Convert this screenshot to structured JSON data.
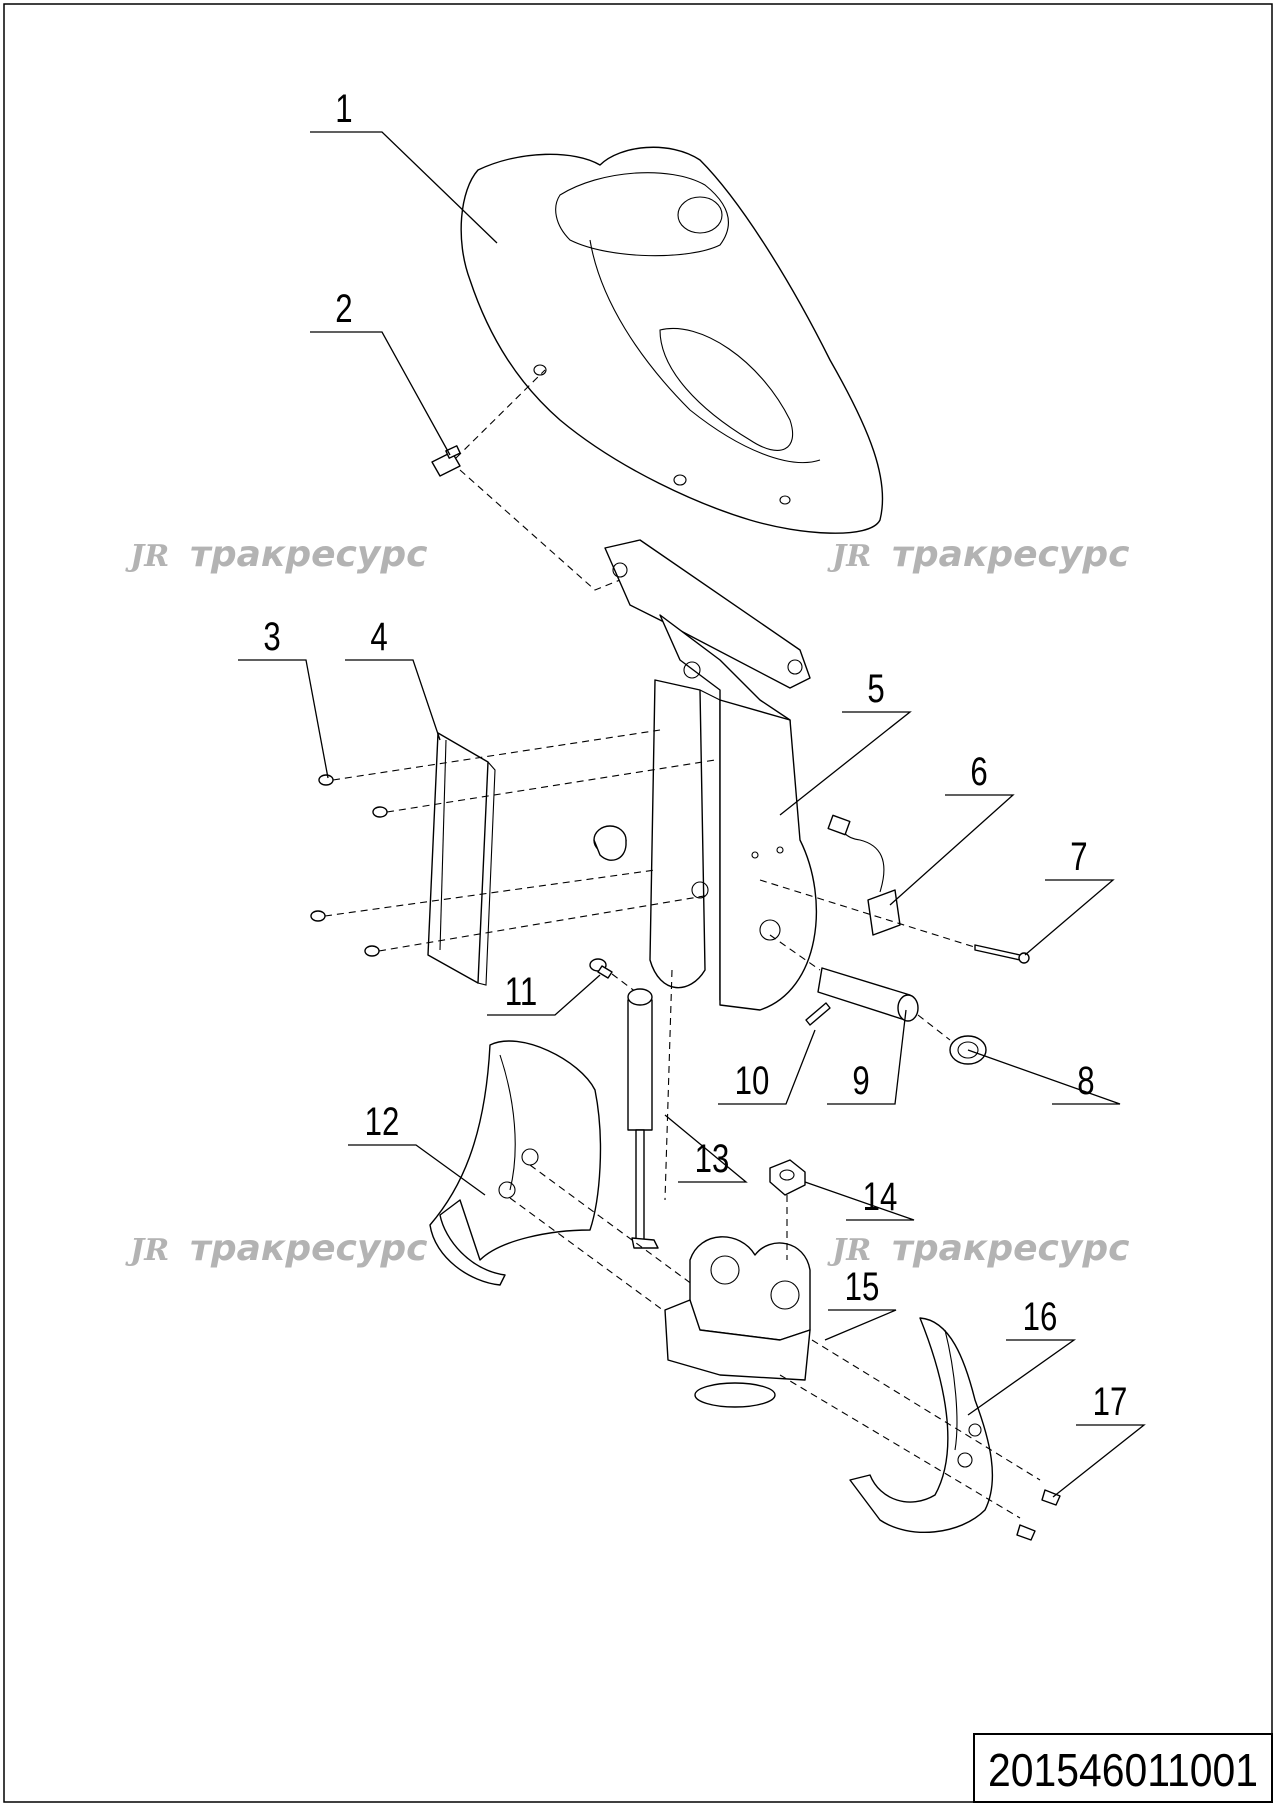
{
  "drawing": {
    "document_number": "201546011001",
    "watermark": {
      "logo": "JR",
      "text": "тракресурс"
    },
    "callouts": [
      "1",
      "2",
      "3",
      "4",
      "5",
      "6",
      "7",
      "8",
      "9",
      "10",
      "11",
      "12",
      "13",
      "14",
      "15",
      "16",
      "17"
    ]
  }
}
